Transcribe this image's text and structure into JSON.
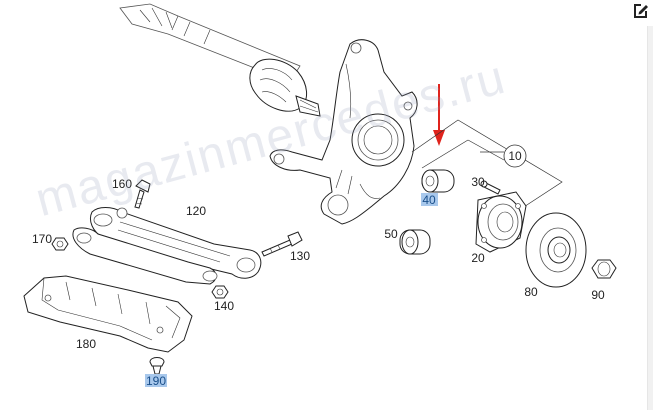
{
  "watermark": "magazinmercedes.ru",
  "toolbar": {
    "edit_icon": "edit-icon"
  },
  "colors": {
    "arrow": "#e0231c",
    "highlight": "#a8c8ec",
    "line": "#222222"
  },
  "parts": [
    {
      "id": "10",
      "circled": true
    },
    {
      "id": "20"
    },
    {
      "id": "30"
    },
    {
      "id": "40",
      "highlighted": true
    },
    {
      "id": "50"
    },
    {
      "id": "80"
    },
    {
      "id": "90"
    },
    {
      "id": "120"
    },
    {
      "id": "130"
    },
    {
      "id": "140"
    },
    {
      "id": "160"
    },
    {
      "id": "170"
    },
    {
      "id": "180"
    },
    {
      "id": "190",
      "highlighted": true
    }
  ]
}
